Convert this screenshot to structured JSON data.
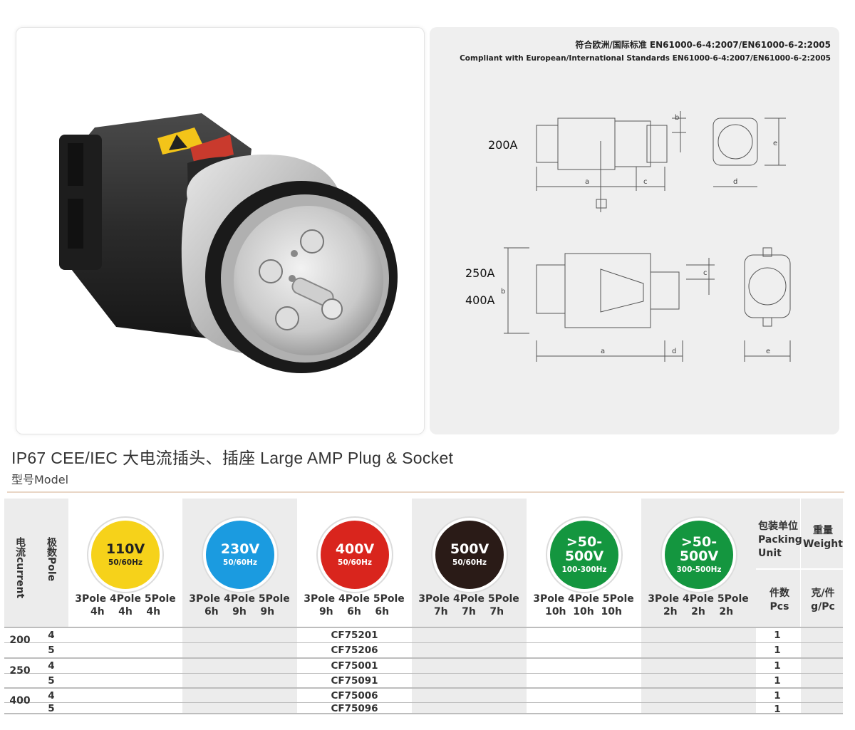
{
  "drawing": {
    "standard_cn": "符合欧洲/国际标准 EN61000-6-4:2007/EN61000-6-2:2005",
    "standard_en": "Compliant with European/International Standards EN61000-6-4:2007/EN61000-6-2:2005",
    "rating_200": "200A",
    "rating_250": "250A",
    "rating_400": "400A",
    "dim_a": "a",
    "dim_b": "b",
    "dim_c": "c",
    "dim_d": "d",
    "dim_e": "e"
  },
  "product": {
    "title": "IP67 CEE/IEC 大电流插头、插座  Large AMP Plug & Socket",
    "model_label": "型号Model"
  },
  "table": {
    "header_current": "电流current",
    "header_pole": "极数Pole",
    "voltages": [
      {
        "voltage": "110V",
        "freq": "50/60Hz",
        "color": "#f6d21a",
        "text_color": "#222222",
        "p1": "3Pole 4Pole 5Pole",
        "p2": "4h    4h    4h"
      },
      {
        "voltage": "230V",
        "freq": "50/60Hz",
        "color": "#1b9be0",
        "text_color": "#ffffff",
        "p1": "3Pole 4Pole 5Pole",
        "p2": "6h    9h    9h"
      },
      {
        "voltage": "400V",
        "freq": "50/60Hz",
        "color": "#d9251d",
        "text_color": "#ffffff",
        "p1": "3Pole 4Pole 5Pole",
        "p2": "9h    6h    6h"
      },
      {
        "voltage": "500V",
        "freq": "50/60Hz",
        "color": "#2a1b17",
        "text_color": "#ffffff",
        "p1": "3Pole 4Pole 5Pole",
        "p2": "7h    7h    7h"
      },
      {
        "voltage": ">50-500V",
        "freq": "100-300Hz",
        "color": "#14963f",
        "text_color": "#ffffff",
        "p1": "3Pole 4Pole 5Pole",
        "p2": "10h  10h  10h"
      },
      {
        "voltage": ">50-500V",
        "freq": "300-500Hz",
        "color": "#14963f",
        "text_color": "#ffffff",
        "p1": "3Pole 4Pole 5Pole",
        "p2": "2h    2h    2h"
      }
    ],
    "packing_unit": "包装单位 Packing Unit",
    "weight": "重量 Weight",
    "pcs": "件数 Pcs",
    "g_per_pc": "克/件 g/Pc",
    "rows": [
      {
        "current": "200",
        "pole": "4",
        "model": "CF75201",
        "packing": "1"
      },
      {
        "current": "",
        "pole": "5",
        "model": "CF75206",
        "packing": "1"
      },
      {
        "current": "250",
        "pole": "4",
        "model": "CF75001",
        "packing": "1"
      },
      {
        "current": "",
        "pole": "5",
        "model": "CF75091",
        "packing": "1"
      },
      {
        "current": "400",
        "pole": "4",
        "model": "CF75006",
        "packing": "1"
      },
      {
        "current": "",
        "pole": "5",
        "model": "CF75096",
        "packing": "1"
      }
    ]
  }
}
